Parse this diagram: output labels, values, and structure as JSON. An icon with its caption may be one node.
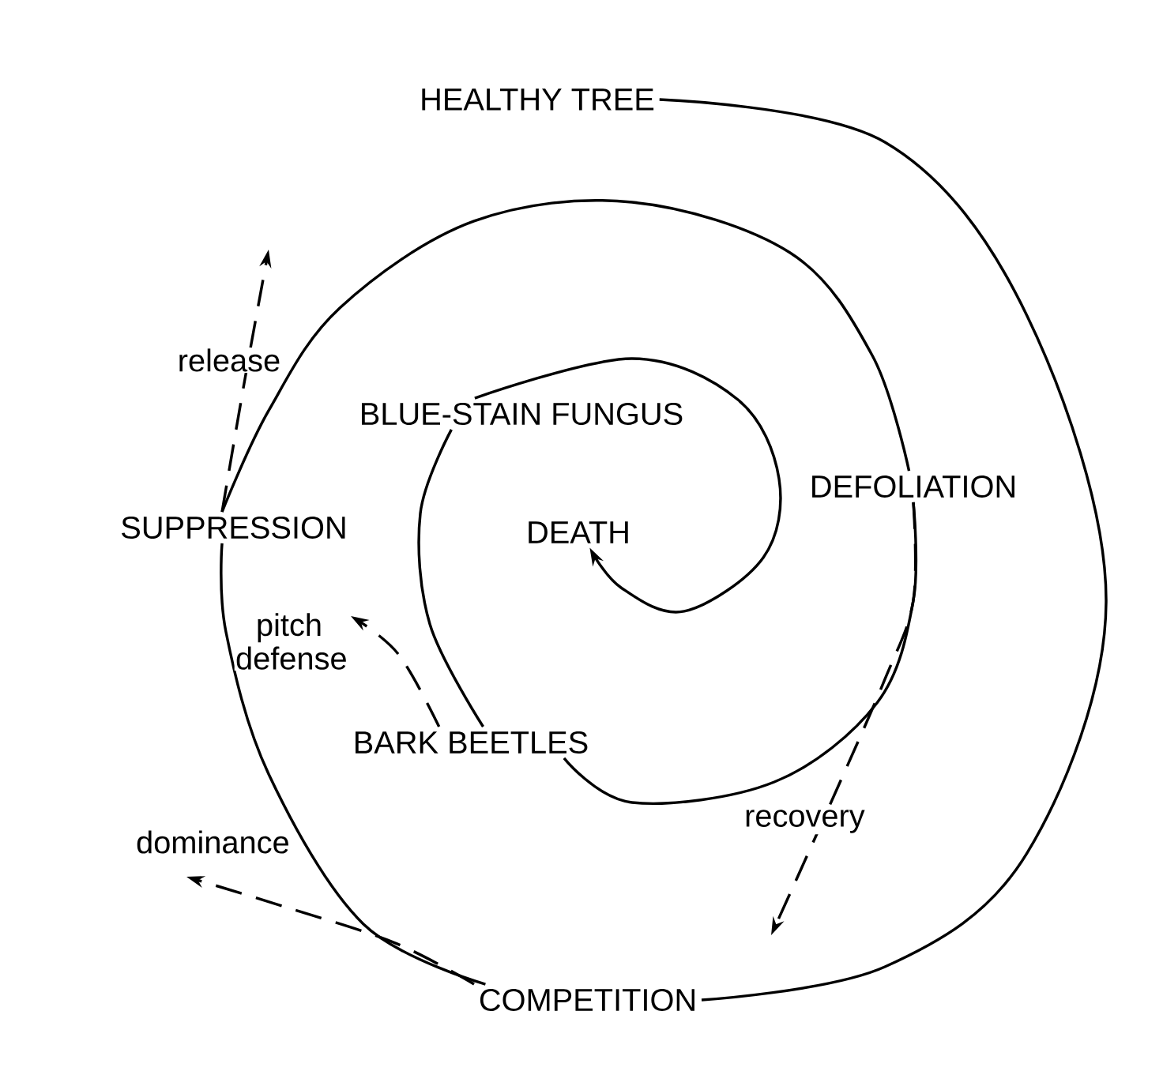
{
  "diagram": {
    "nodes": [
      {
        "text": [
          "HEALTHY TREE"
        ]
      },
      {
        "text": [
          "COMPETITION"
        ]
      },
      {
        "text": [
          "SUPPRESSION"
        ]
      },
      {
        "text": [
          "DEFOLIATION"
        ]
      },
      {
        "text": [
          "BARK BEETLES"
        ]
      },
      {
        "text": [
          "BLUE-STAIN FUNGUS"
        ]
      },
      {
        "text": [
          "DEATH"
        ]
      }
    ],
    "edges": [
      {
        "from": 0,
        "to": 1,
        "arrow": "none"
      },
      {
        "from": 1,
        "to": 2,
        "arrow": "none"
      },
      {
        "from": 2,
        "to": 3,
        "arrow": "none"
      },
      {
        "from": 3,
        "to": 4,
        "arrow": "none"
      },
      {
        "from": 4,
        "to": 5,
        "arrow": "none"
      },
      {
        "from": 5,
        "to": 6,
        "arrow": "to"
      },
      {
        "from": 2,
        "to": null,
        "arrow": "to",
        "style": "dashed",
        "label": "release"
      },
      {
        "from": 4,
        "to": null,
        "arrow": "to",
        "style": "dashed",
        "label": "pitch defense"
      },
      {
        "from": 1,
        "to": null,
        "arrow": "to",
        "style": "dashed",
        "label": "dominance"
      },
      {
        "from": 3,
        "to": null,
        "arrow": "to",
        "style": "dashed",
        "label": "recovery"
      }
    ]
  }
}
